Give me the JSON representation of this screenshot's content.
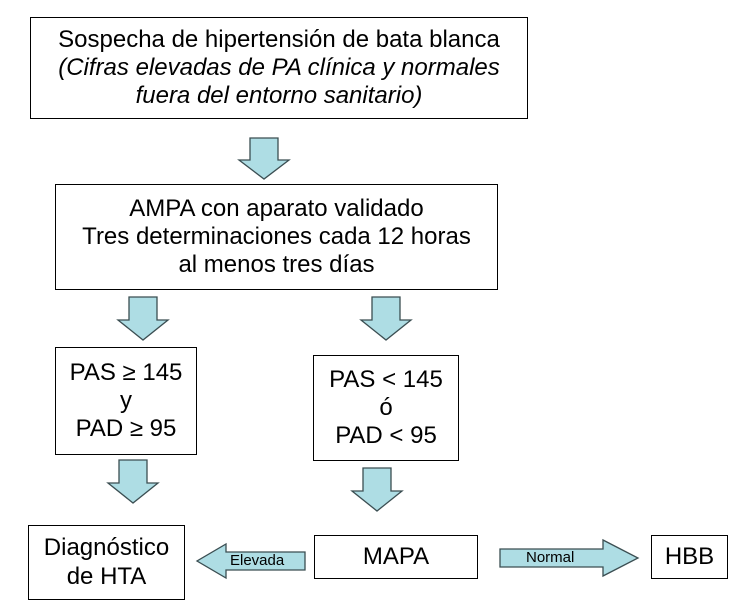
{
  "colors": {
    "arrow_fill": "#aedde4",
    "arrow_stroke": "#3b4e52",
    "box_border": "#000000"
  },
  "boxes": {
    "suspicion": {
      "title": "Sospecha de hipertensión de bata blanca",
      "note_line1": "(Cifras elevadas de PA clínica y normales",
      "note_line2": "fuera del entorno sanitario)"
    },
    "ampa": {
      "line1": "AMPA con aparato validado",
      "line2": "Tres determinaciones cada 12 horas",
      "line3": "al menos tres días"
    },
    "high": {
      "line1": "PAS ≥ 145",
      "line2": "y",
      "line3": "PAD ≥ 95"
    },
    "low": {
      "line1": "PAS < 145",
      "line2": "ó",
      "line3": "PAD < 95"
    },
    "diagnosis": {
      "line1": "Diagnóstico",
      "line2": "de HTA"
    },
    "mapa": {
      "label": "MAPA"
    },
    "hbb": {
      "label": "HBB"
    }
  },
  "arrows": {
    "elevated": "Elevada",
    "normal": "Normal"
  }
}
